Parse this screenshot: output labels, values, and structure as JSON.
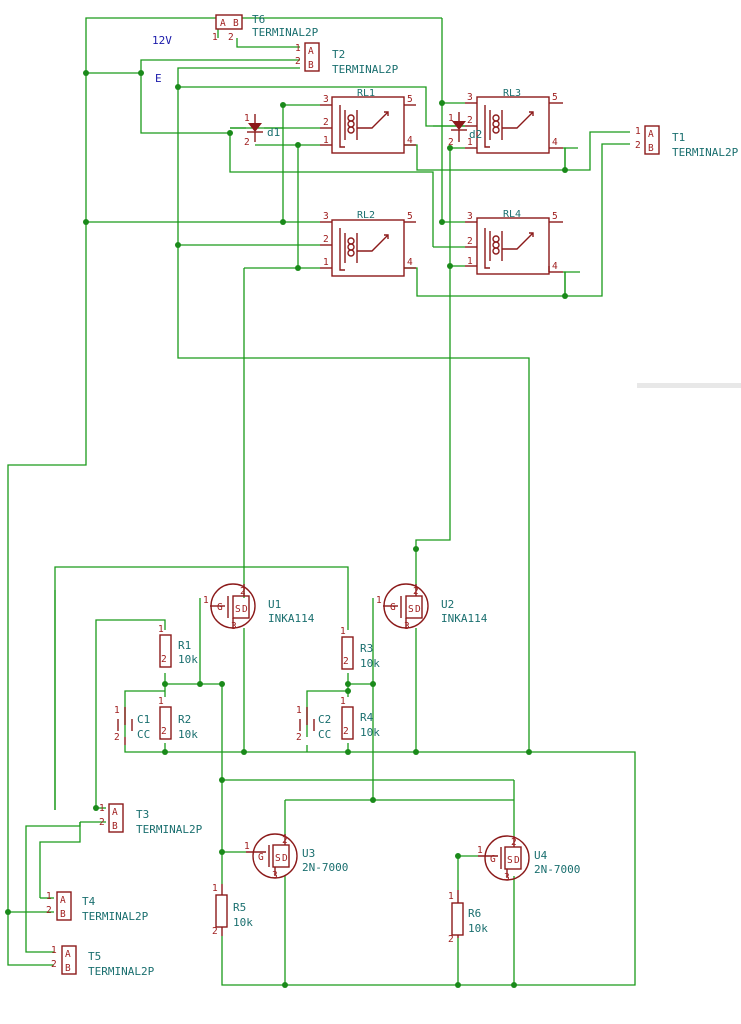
{
  "nets": {
    "v12": "12V",
    "gnd": "E"
  },
  "terminals": {
    "T1": {
      "ref": "T1",
      "value": "TERMINAL2P",
      "pin1": "1",
      "pin2": "2",
      "padA": "A",
      "padB": "B"
    },
    "T2": {
      "ref": "T2",
      "value": "TERMINAL2P",
      "pin1": "1",
      "pin2": "2",
      "padA": "A",
      "padB": "B"
    },
    "T3": {
      "ref": "T3",
      "value": "TERMINAL2P",
      "pin1": "1",
      "pin2": "2",
      "padA": "A",
      "padB": "B"
    },
    "T4": {
      "ref": "T4",
      "value": "TERMINAL2P",
      "pin1": "1",
      "pin2": "2",
      "padA": "A",
      "padB": "B"
    },
    "T5": {
      "ref": "T5",
      "value": "TERMINAL2P",
      "pin1": "1",
      "pin2": "2",
      "padA": "A",
      "padB": "B"
    },
    "T6": {
      "ref": "T6",
      "value": "TERMINAL2P",
      "pin1": "1",
      "pin2": "2",
      "padA": "A",
      "padB": "B"
    }
  },
  "relays": {
    "RL1": {
      "ref": "RL1",
      "p1": "1",
      "p2": "2",
      "p3": "3",
      "p4": "4",
      "p5": "5"
    },
    "RL2": {
      "ref": "RL2",
      "p1": "1",
      "p2": "2",
      "p3": "3",
      "p4": "4",
      "p5": "5"
    },
    "RL3": {
      "ref": "RL3",
      "p1": "1",
      "p2": "2",
      "p3": "3",
      "p4": "4",
      "p5": "5"
    },
    "RL4": {
      "ref": "RL4",
      "p1": "1",
      "p2": "2",
      "p3": "3",
      "p4": "4",
      "p5": "5"
    }
  },
  "diodes": {
    "d1": {
      "ref": "d1",
      "p1": "1",
      "p2": "2"
    },
    "d2": {
      "ref": "d2",
      "p1": "1",
      "p2": "2"
    }
  },
  "resistors": {
    "R1": {
      "ref": "R1",
      "value": "10k",
      "p1": "1",
      "p2": "2"
    },
    "R2": {
      "ref": "R2",
      "value": "10k",
      "p1": "1",
      "p2": "2"
    },
    "R3": {
      "ref": "R3",
      "value": "10k",
      "p1": "1",
      "p2": "2"
    },
    "R4": {
      "ref": "R4",
      "value": "10k",
      "p1": "1",
      "p2": "2"
    },
    "R5": {
      "ref": "R5",
      "value": "10k",
      "p1": "1",
      "p2": "2"
    },
    "R6": {
      "ref": "R6",
      "value": "10k",
      "p1": "1",
      "p2": "2"
    }
  },
  "capacitors": {
    "C1": {
      "ref": "C1",
      "value": "CC",
      "p1": "1",
      "p2": "2"
    },
    "C2": {
      "ref": "C2",
      "value": "CC",
      "p1": "1",
      "p2": "2"
    }
  },
  "transistors": {
    "U1": {
      "ref": "U1",
      "value": "INKA114",
      "pins": [
        "1",
        "2",
        "3"
      ],
      "g": "G",
      "s": "S",
      "d": "D"
    },
    "U2": {
      "ref": "U2",
      "value": "INKA114",
      "pins": [
        "1",
        "2",
        "3"
      ],
      "g": "G",
      "s": "S",
      "d": "D"
    },
    "U3": {
      "ref": "U3",
      "value": "2N-7000",
      "pins": [
        "1",
        "2",
        "3"
      ],
      "g": "G",
      "s": "S",
      "d": "D"
    },
    "U4": {
      "ref": "U4",
      "value": "2N-7000",
      "pins": [
        "1",
        "2",
        "3"
      ],
      "g": "G",
      "s": "S",
      "d": "D"
    }
  }
}
